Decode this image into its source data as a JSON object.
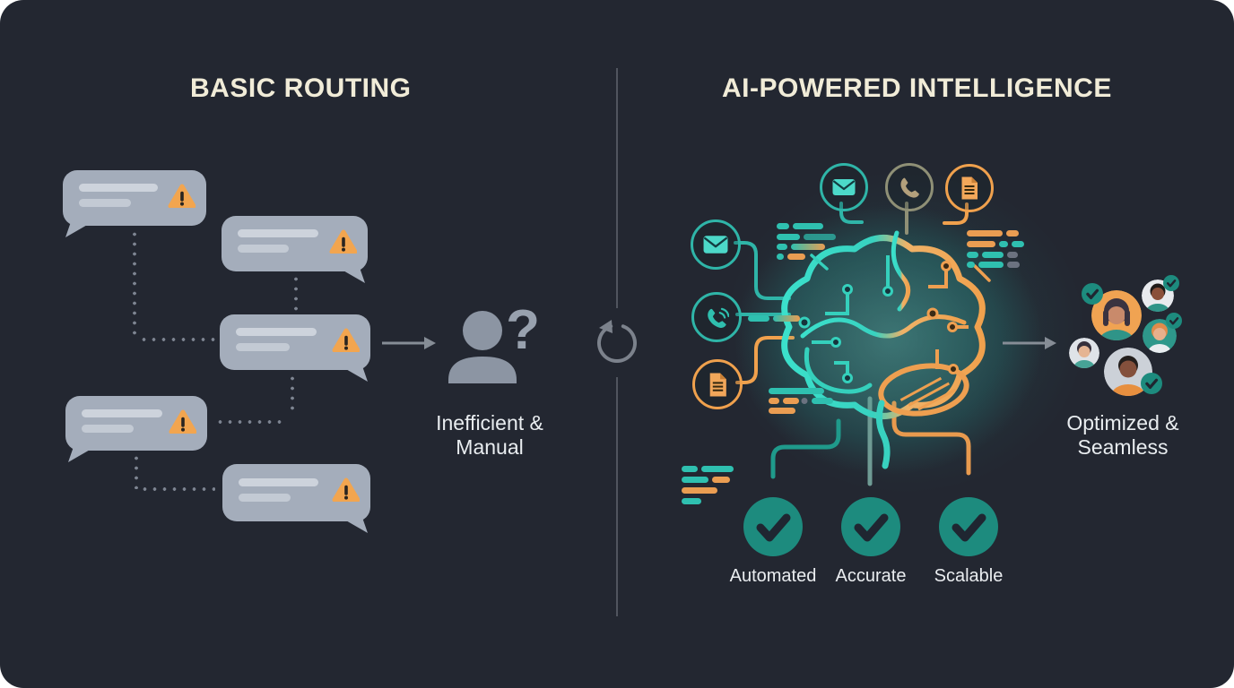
{
  "left_panel": {
    "title": "BASIC ROUTING",
    "caption": {
      "line1": "Inefficient &",
      "line2": "Manual"
    },
    "bubble_count": 5,
    "bubble_icon": "warning-triangle-icon",
    "result_icon": "person-question-icon"
  },
  "center": {
    "divider": "vertical-line",
    "loop_icon": "refresh-loop-icon"
  },
  "right_panel": {
    "title": "AI-POWERED INTELLIGENCE",
    "caption": {
      "line1": "Optimized &",
      "line2": "Seamless"
    },
    "benefits": [
      {
        "label": "Automated",
        "icon": "check-icon"
      },
      {
        "label": "Accurate",
        "icon": "check-icon"
      },
      {
        "label": "Scalable",
        "icon": "check-icon"
      }
    ],
    "channels_top": [
      "email-icon",
      "phone-icon",
      "document-icon"
    ],
    "channels_left": [
      "email-icon",
      "phone-icon",
      "document-icon"
    ],
    "center_icon": "ai-brain-icon",
    "result_icon": "customer-avatars-with-checks"
  },
  "colors": {
    "page": "#ffffff",
    "background": "#232731",
    "title_cream": "#f1ecd8",
    "text_light": "#e9edf0",
    "bubble_gray": "#a4adbb",
    "warning_orange": "#f2a54f",
    "accent_teal": "#2fd2bd",
    "accent_orange": "#f0a14d",
    "check_teal": "#1d8b7e",
    "divider_gray": "#50555f",
    "arrow_gray": "#868d96"
  }
}
